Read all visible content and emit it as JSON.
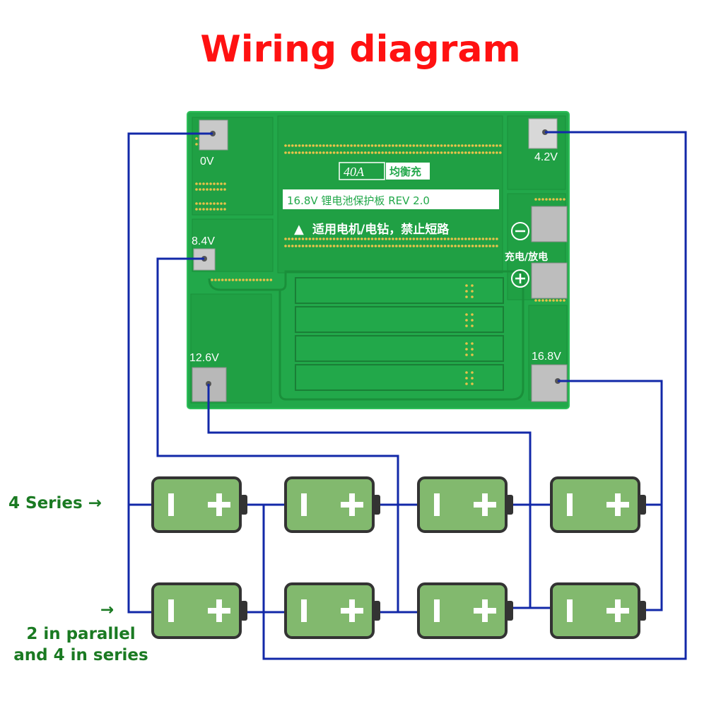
{
  "title": "Wiring diagram",
  "labels": {
    "series": "4 Series",
    "parallel_line1": "2 in parallel",
    "parallel_line2": "and 4 in series",
    "arrow": "→"
  },
  "board": {
    "pad_0v": "0V",
    "pad_4v2": "4.2V",
    "pad_8v4": "8.4V",
    "pad_12v6": "12.6V",
    "pad_16v8": "16.8V",
    "rating": "40A",
    "balance": "均衡充",
    "model": "16.8V 锂电池保护板 REV 2.0",
    "warning": "适用电机/电钻，禁止短路",
    "warning_symbol": "▲",
    "charge_discharge": "充电/放电",
    "minus": "−",
    "plus": "+"
  },
  "battery": {
    "minus_symbol": "−",
    "plus_symbol": "+",
    "rows": 2,
    "per_row": 4
  },
  "colors": {
    "title": "#ff1111",
    "label": "#1a7a22",
    "wire": "#1228a8",
    "board": "#22a84a",
    "board_dark": "#1c8f3d",
    "battery_fill": "#82b96e",
    "battery_outline": "#333333"
  }
}
